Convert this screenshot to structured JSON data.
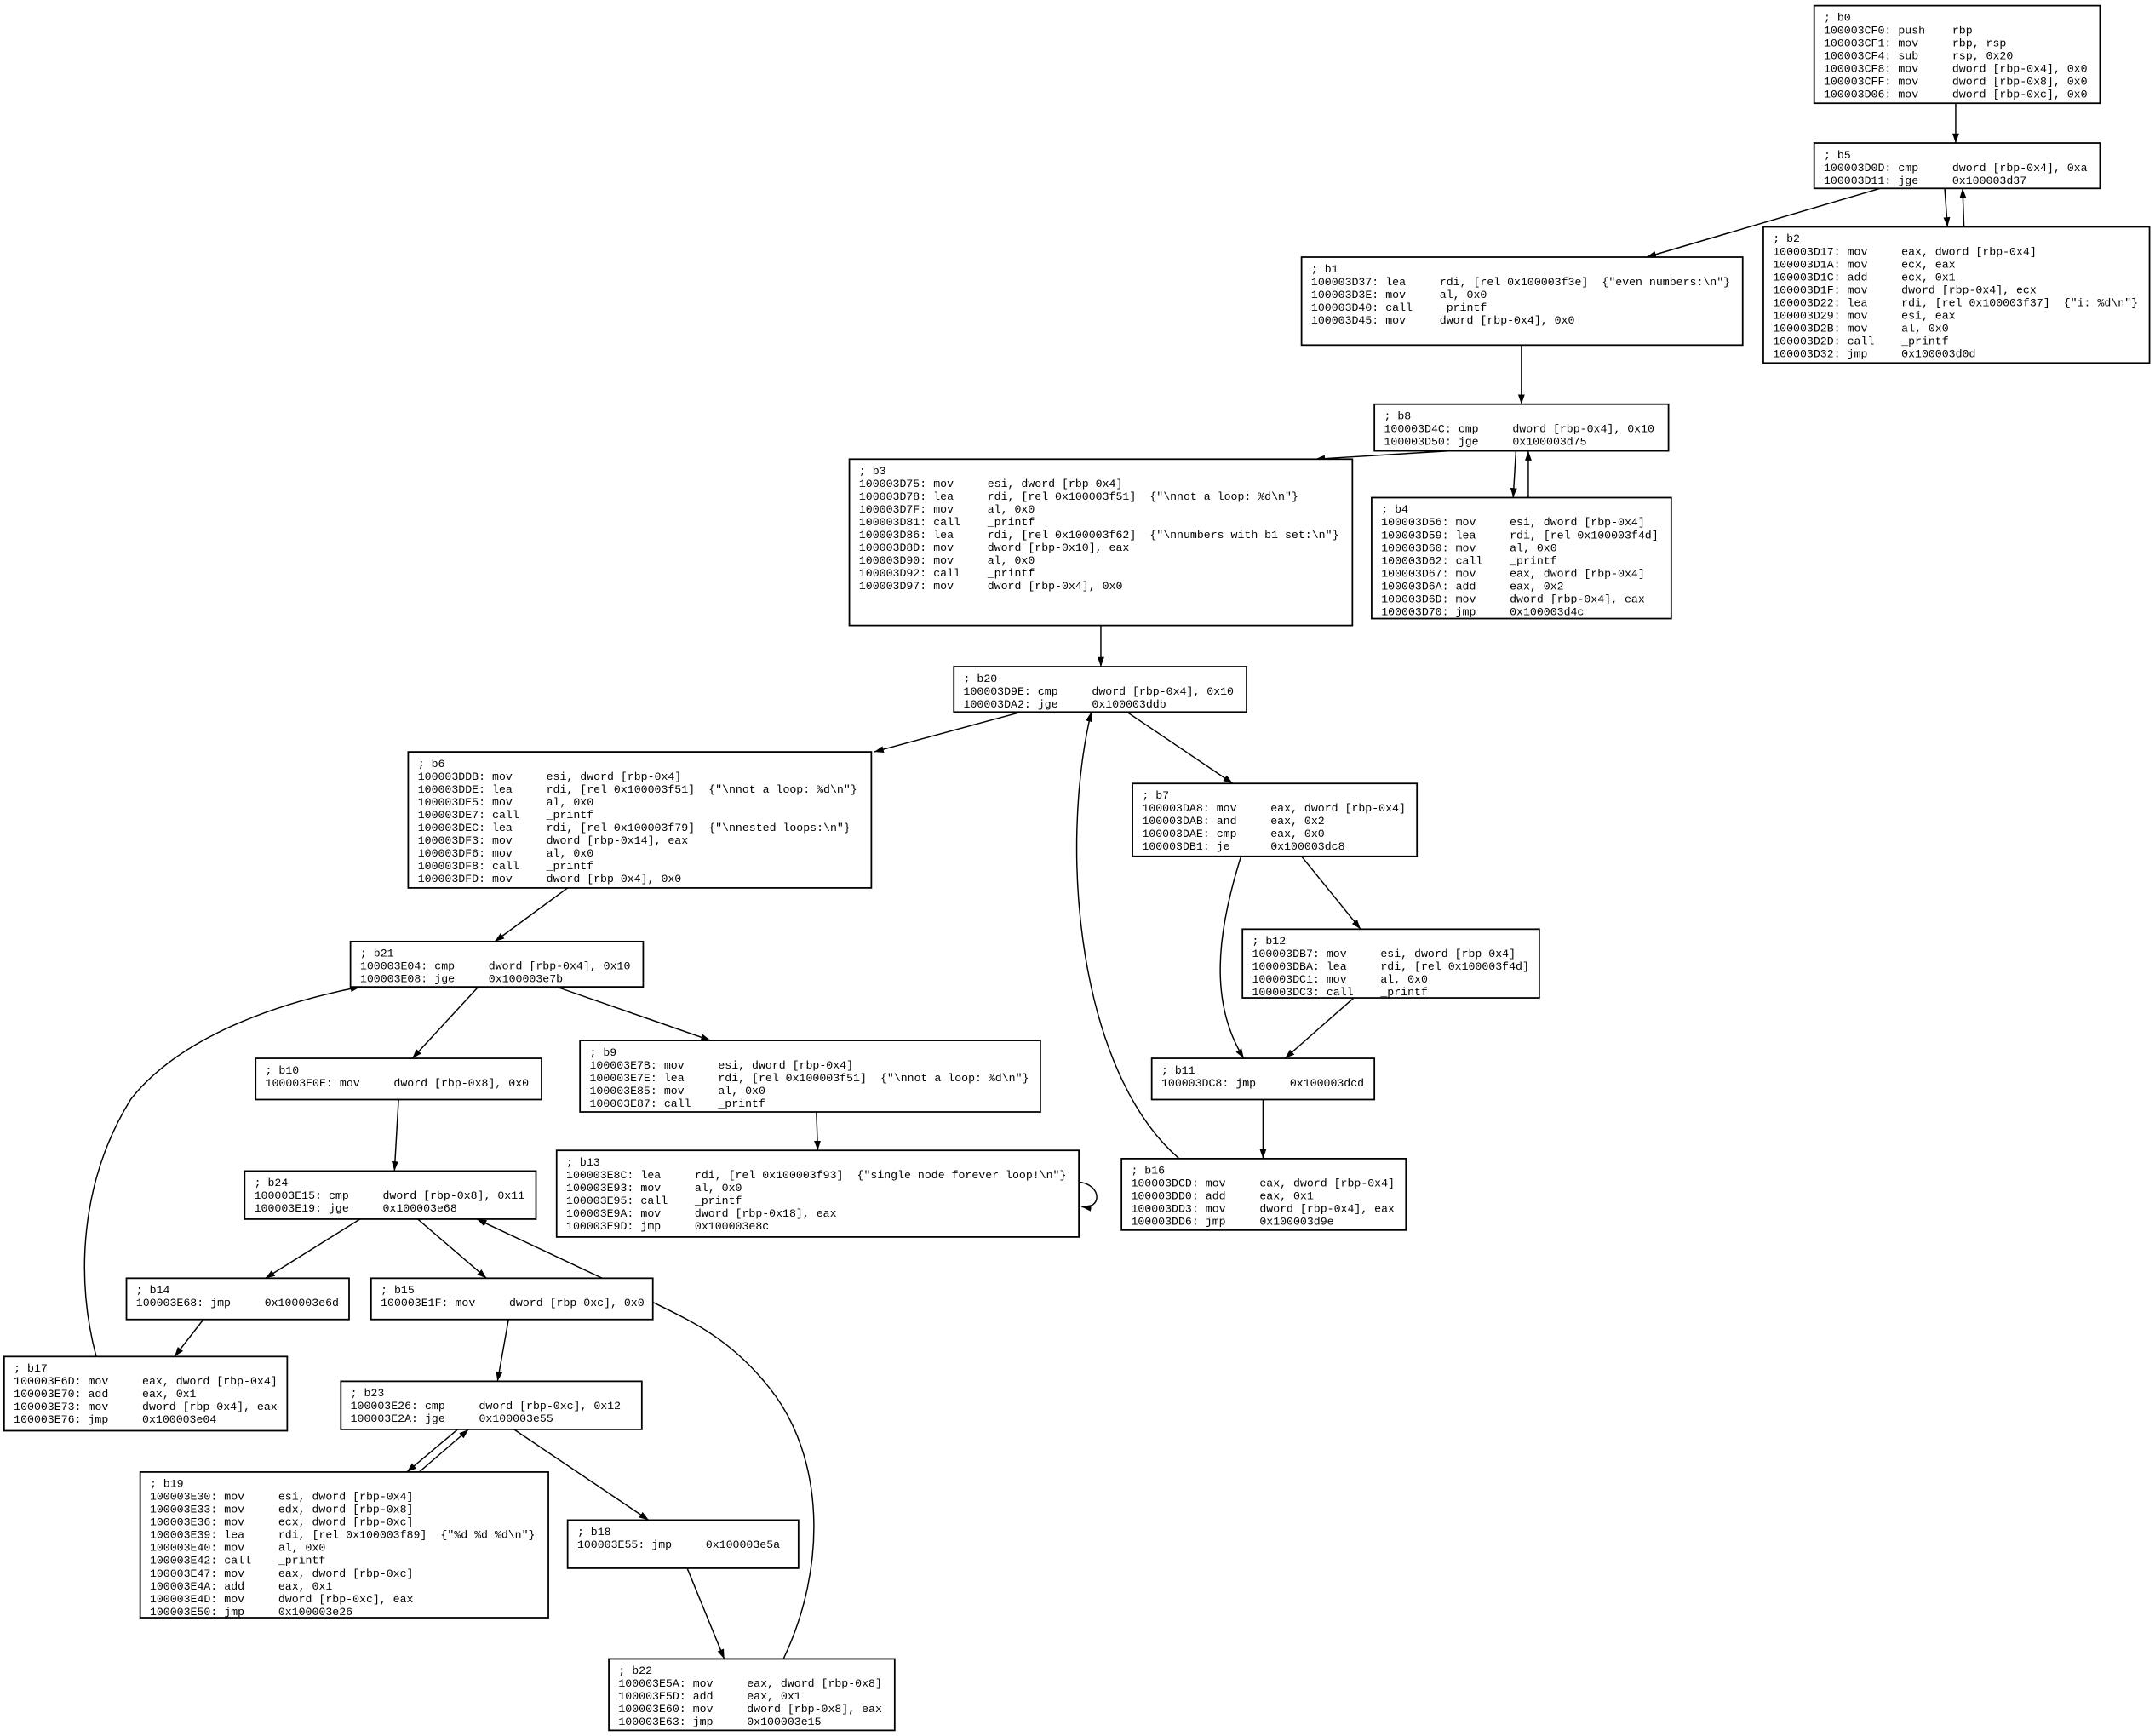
{
  "nodes": [
    {
      "id": "b0",
      "label": "; b0",
      "lines": [
        [
          "100003CF0:",
          "push",
          "rbp"
        ],
        [
          "100003CF1:",
          "mov",
          "rbp, rsp"
        ],
        [
          "100003CF4:",
          "sub",
          "rsp, 0x20"
        ],
        [
          "100003CF8:",
          "mov",
          "dword [rbp-0x4], 0x0"
        ],
        [
          "100003CFF:",
          "mov",
          "dword [rbp-0x8], 0x0"
        ],
        [
          "100003D06:",
          "mov",
          "dword [rbp-0xc], 0x0"
        ]
      ]
    },
    {
      "id": "b5",
      "label": "; b5",
      "lines": [
        [
          "100003D0D:",
          "cmp",
          "dword [rbp-0x4], 0xa"
        ],
        [
          "100003D11:",
          "jge",
          "0x100003d37"
        ]
      ]
    },
    {
      "id": "b2",
      "label": "; b2",
      "lines": [
        [
          "100003D17:",
          "mov",
          "eax, dword [rbp-0x4]"
        ],
        [
          "100003D1A:",
          "mov",
          "ecx, eax"
        ],
        [
          "100003D1C:",
          "add",
          "ecx, 0x1"
        ],
        [
          "100003D1F:",
          "mov",
          "dword [rbp-0x4], ecx"
        ],
        [
          "100003D22:",
          "lea",
          "rdi, [rel 0x100003f37]",
          "{\"i: %d\\n\"}"
        ],
        [
          "100003D29:",
          "mov",
          "esi, eax"
        ],
        [
          "100003D2B:",
          "mov",
          "al, 0x0"
        ],
        [
          "100003D2D:",
          "call",
          "_printf"
        ],
        [
          "100003D32:",
          "jmp",
          "0x100003d0d"
        ]
      ]
    },
    {
      "id": "b1",
      "label": "; b1",
      "lines": [
        [
          "100003D37:",
          "lea",
          "rdi, [rel 0x100003f3e]",
          "{\"even numbers:\\n\"}"
        ],
        [
          "100003D3E:",
          "mov",
          "al, 0x0"
        ],
        [
          "100003D40:",
          "call",
          "_printf"
        ],
        [
          "100003D45:",
          "mov",
          "dword [rbp-0x4], 0x0"
        ]
      ]
    },
    {
      "id": "b8",
      "label": "; b8",
      "lines": [
        [
          "100003D4C:",
          "cmp",
          "dword [rbp-0x4], 0x10"
        ],
        [
          "100003D50:",
          "jge",
          "0x100003d75"
        ]
      ]
    },
    {
      "id": "b3",
      "label": "; b3",
      "lines": [
        [
          "100003D75:",
          "mov",
          "esi, dword [rbp-0x4]"
        ],
        [
          "100003D78:",
          "lea",
          "rdi, [rel 0x100003f51]",
          "{\"\\nnot a loop: %d\\n\"}"
        ],
        [
          "100003D7F:",
          "mov",
          "al, 0x0"
        ],
        [
          "100003D81:",
          "call",
          "_printf"
        ],
        [
          "100003D86:",
          "lea",
          "rdi, [rel 0x100003f62]",
          "{\"\\nnumbers with b1 set:\\n\"}"
        ],
        [
          "100003D8D:",
          "mov",
          "dword [rbp-0x10], eax"
        ],
        [
          "100003D90:",
          "mov",
          "al, 0x0"
        ],
        [
          "100003D92:",
          "call",
          "_printf"
        ],
        [
          "100003D97:",
          "mov",
          "dword [rbp-0x4], 0x0"
        ]
      ]
    },
    {
      "id": "b4",
      "label": "; b4",
      "lines": [
        [
          "100003D56:",
          "mov",
          "esi, dword [rbp-0x4]"
        ],
        [
          "100003D59:",
          "lea",
          "rdi, [rel 0x100003f4d]"
        ],
        [
          "100003D60:",
          "mov",
          "al, 0x0"
        ],
        [
          "100003D62:",
          "call",
          "_printf"
        ],
        [
          "100003D67:",
          "mov",
          "eax, dword [rbp-0x4]"
        ],
        [
          "100003D6A:",
          "add",
          "eax, 0x2"
        ],
        [
          "100003D6D:",
          "mov",
          "dword [rbp-0x4], eax"
        ],
        [
          "100003D70:",
          "jmp",
          "0x100003d4c"
        ]
      ]
    },
    {
      "id": "b20",
      "label": "; b20",
      "lines": [
        [
          "100003D9E:",
          "cmp",
          "dword [rbp-0x4], 0x10"
        ],
        [
          "100003DA2:",
          "jge",
          "0x100003ddb"
        ]
      ]
    },
    {
      "id": "b6",
      "label": "; b6",
      "lines": [
        [
          "100003DDB:",
          "mov",
          "esi, dword [rbp-0x4]"
        ],
        [
          "100003DDE:",
          "lea",
          "rdi, [rel 0x100003f51]",
          "{\"\\nnot a loop: %d\\n\"}"
        ],
        [
          "100003DE5:",
          "mov",
          "al, 0x0"
        ],
        [
          "100003DE7:",
          "call",
          "_printf"
        ],
        [
          "100003DEC:",
          "lea",
          "rdi, [rel 0x100003f79]",
          "{\"\\nnested loops:\\n\"}"
        ],
        [
          "100003DF3:",
          "mov",
          "dword [rbp-0x14], eax"
        ],
        [
          "100003DF6:",
          "mov",
          "al, 0x0"
        ],
        [
          "100003DF8:",
          "call",
          "_printf"
        ],
        [
          "100003DFD:",
          "mov",
          "dword [rbp-0x4], 0x0"
        ]
      ]
    },
    {
      "id": "b7",
      "label": "; b7",
      "lines": [
        [
          "100003DA8:",
          "mov",
          "eax, dword [rbp-0x4]"
        ],
        [
          "100003DAB:",
          "and",
          "eax, 0x2"
        ],
        [
          "100003DAE:",
          "cmp",
          "eax, 0x0"
        ],
        [
          "100003DB1:",
          "je",
          "0x100003dc8"
        ]
      ]
    },
    {
      "id": "b12",
      "label": "; b12",
      "lines": [
        [
          "100003DB7:",
          "mov",
          "esi, dword [rbp-0x4]"
        ],
        [
          "100003DBA:",
          "lea",
          "rdi, [rel 0x100003f4d]"
        ],
        [
          "100003DC1:",
          "mov",
          "al, 0x0"
        ],
        [
          "100003DC3:",
          "call",
          "_printf"
        ]
      ]
    },
    {
      "id": "b21",
      "label": "; b21",
      "lines": [
        [
          "100003E04:",
          "cmp",
          "dword [rbp-0x4], 0x10"
        ],
        [
          "100003E08:",
          "jge",
          "0x100003e7b"
        ]
      ]
    },
    {
      "id": "b10",
      "label": "; b10",
      "lines": [
        [
          "100003E0E:",
          "mov",
          "dword [rbp-0x8], 0x0"
        ]
      ]
    },
    {
      "id": "b9",
      "label": "; b9",
      "lines": [
        [
          "100003E7B:",
          "mov",
          "esi, dword [rbp-0x4]"
        ],
        [
          "100003E7E:",
          "lea",
          "rdi, [rel 0x100003f51]",
          "{\"\\nnot a loop: %d\\n\"}"
        ],
        [
          "100003E85:",
          "mov",
          "al, 0x0"
        ],
        [
          "100003E87:",
          "call",
          "_printf"
        ]
      ]
    },
    {
      "id": "b11",
      "label": "; b11",
      "lines": [
        [
          "100003DC8:",
          "jmp",
          "0x100003dcd"
        ]
      ]
    },
    {
      "id": "b13",
      "label": "; b13",
      "lines": [
        [
          "100003E8C:",
          "lea",
          "rdi, [rel 0x100003f93]",
          "{\"single node forever loop!\\n\"}"
        ],
        [
          "100003E93:",
          "mov",
          "al, 0x0"
        ],
        [
          "100003E95:",
          "call",
          "_printf"
        ],
        [
          "100003E9A:",
          "mov",
          "dword [rbp-0x18], eax"
        ],
        [
          "100003E9D:",
          "jmp",
          "0x100003e8c"
        ]
      ]
    },
    {
      "id": "b16",
      "label": "; b16",
      "lines": [
        [
          "100003DCD:",
          "mov",
          "eax, dword [rbp-0x4]"
        ],
        [
          "100003DD0:",
          "add",
          "eax, 0x1"
        ],
        [
          "100003DD3:",
          "mov",
          "dword [rbp-0x4], eax"
        ],
        [
          "100003DD6:",
          "jmp",
          "0x100003d9e"
        ]
      ]
    },
    {
      "id": "b24",
      "label": "; b24",
      "lines": [
        [
          "100003E15:",
          "cmp",
          "dword [rbp-0x8], 0x11"
        ],
        [
          "100003E19:",
          "jge",
          "0x100003e68"
        ]
      ]
    },
    {
      "id": "b14",
      "label": "; b14",
      "lines": [
        [
          "100003E68:",
          "jmp",
          "0x100003e6d"
        ]
      ]
    },
    {
      "id": "b15",
      "label": "; b15",
      "lines": [
        [
          "100003E1F:",
          "mov",
          "dword [rbp-0xc], 0x0"
        ]
      ]
    },
    {
      "id": "b17",
      "label": "; b17",
      "lines": [
        [
          "100003E6D:",
          "mov",
          "eax, dword [rbp-0x4]"
        ],
        [
          "100003E70:",
          "add",
          "eax, 0x1"
        ],
        [
          "100003E73:",
          "mov",
          "dword [rbp-0x4], eax"
        ],
        [
          "100003E76:",
          "jmp",
          "0x100003e04"
        ]
      ]
    },
    {
      "id": "b23",
      "label": "; b23",
      "lines": [
        [
          "100003E26:",
          "cmp",
          "dword [rbp-0xc], 0x12"
        ],
        [
          "100003E2A:",
          "jge",
          "0x100003e55"
        ]
      ]
    },
    {
      "id": "b19",
      "label": "; b19",
      "lines": [
        [
          "100003E30:",
          "mov",
          "esi, dword [rbp-0x4]"
        ],
        [
          "100003E33:",
          "mov",
          "edx, dword [rbp-0x8]"
        ],
        [
          "100003E36:",
          "mov",
          "ecx, dword [rbp-0xc]"
        ],
        [
          "100003E39:",
          "lea",
          "rdi, [rel 0x100003f89]",
          "{\"%d %d %d\\n\"}"
        ],
        [
          "100003E40:",
          "mov",
          "al, 0x0"
        ],
        [
          "100003E42:",
          "call",
          "_printf"
        ],
        [
          "100003E47:",
          "mov",
          "eax, dword [rbp-0xc]"
        ],
        [
          "100003E4A:",
          "add",
          "eax, 0x1"
        ],
        [
          "100003E4D:",
          "mov",
          "dword [rbp-0xc], eax"
        ],
        [
          "100003E50:",
          "jmp",
          "0x100003e26"
        ]
      ]
    },
    {
      "id": "b18",
      "label": "; b18",
      "lines": [
        [
          "100003E55:",
          "jmp",
          "0x100003e5a"
        ]
      ]
    },
    {
      "id": "b22",
      "label": "; b22",
      "lines": [
        [
          "100003E5A:",
          "mov",
          "eax, dword [rbp-0x8]"
        ],
        [
          "100003E5D:",
          "add",
          "eax, 0x1"
        ],
        [
          "100003E60:",
          "mov",
          "dword [rbp-0x8], eax"
        ],
        [
          "100003E63:",
          "jmp",
          "0x100003e15"
        ]
      ]
    }
  ],
  "edges": [
    {
      "from": "b0",
      "to": "b5"
    },
    {
      "from": "b5",
      "to": "b1"
    },
    {
      "from": "b5",
      "to": "b2"
    },
    {
      "from": "b2",
      "to": "b5"
    },
    {
      "from": "b1",
      "to": "b8"
    },
    {
      "from": "b8",
      "to": "b3"
    },
    {
      "from": "b8",
      "to": "b4"
    },
    {
      "from": "b4",
      "to": "b8"
    },
    {
      "from": "b3",
      "to": "b20"
    },
    {
      "from": "b20",
      "to": "b6"
    },
    {
      "from": "b20",
      "to": "b7"
    },
    {
      "from": "b7",
      "to": "b12"
    },
    {
      "from": "b7",
      "to": "b11"
    },
    {
      "from": "b12",
      "to": "b11"
    },
    {
      "from": "b11",
      "to": "b16"
    },
    {
      "from": "b16",
      "to": "b20"
    },
    {
      "from": "b6",
      "to": "b21"
    },
    {
      "from": "b21",
      "to": "b10"
    },
    {
      "from": "b21",
      "to": "b9"
    },
    {
      "from": "b9",
      "to": "b13"
    },
    {
      "from": "b13",
      "to": "b13"
    },
    {
      "from": "b10",
      "to": "b24"
    },
    {
      "from": "b24",
      "to": "b14"
    },
    {
      "from": "b24",
      "to": "b15"
    },
    {
      "from": "b14",
      "to": "b17"
    },
    {
      "from": "b17",
      "to": "b21"
    },
    {
      "from": "b15",
      "to": "b23"
    },
    {
      "from": "b23",
      "to": "b19"
    },
    {
      "from": "b19",
      "to": "b23"
    },
    {
      "from": "b23",
      "to": "b18"
    },
    {
      "from": "b18",
      "to": "b22"
    },
    {
      "from": "b22",
      "to": "b24"
    }
  ]
}
